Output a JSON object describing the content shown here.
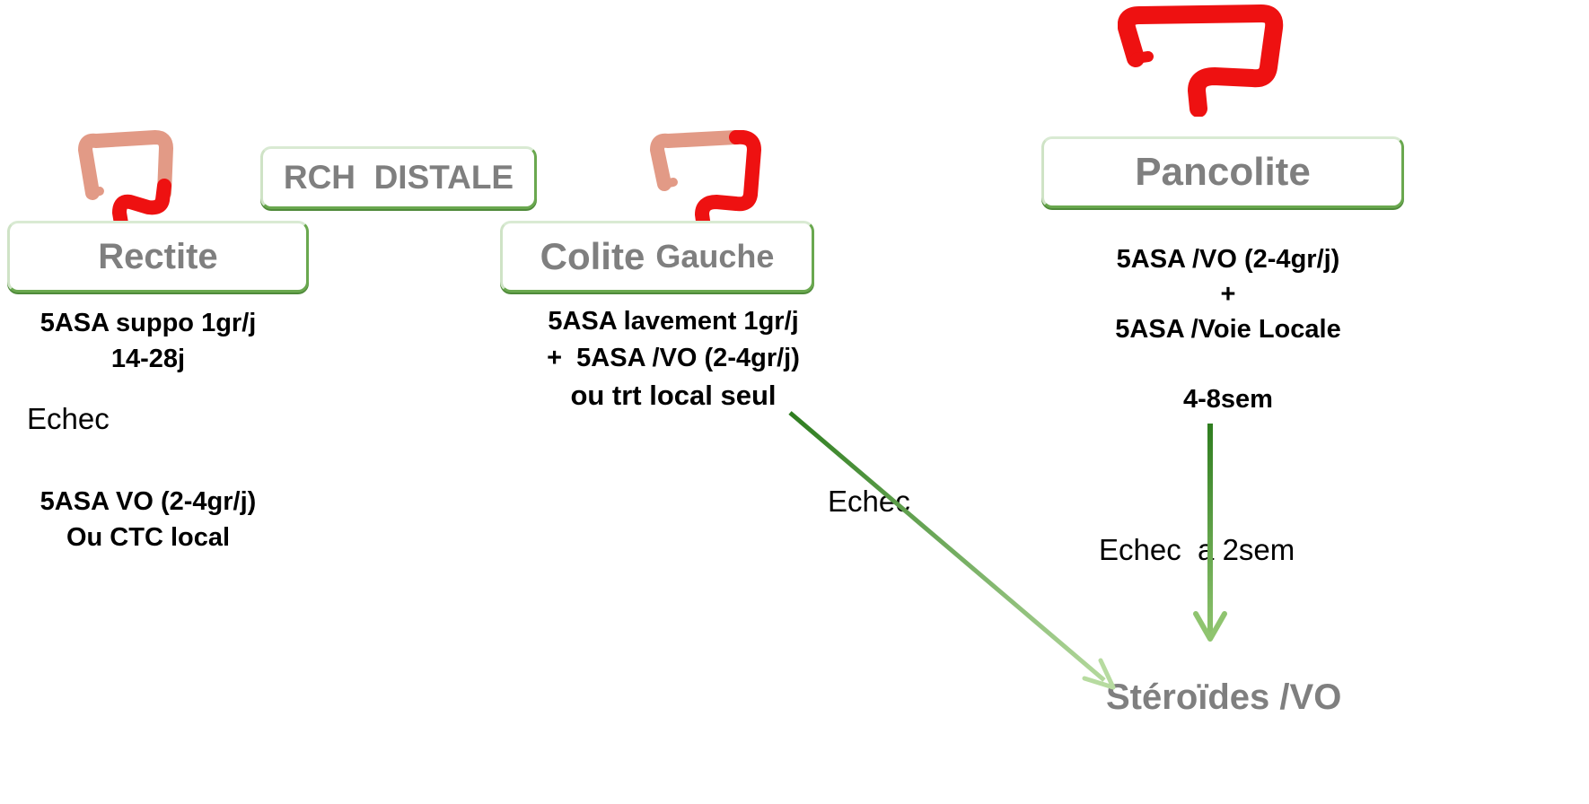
{
  "headers": {
    "distale": "RCH  DISTALE",
    "rectite": "Rectite",
    "colite_main": "Colite",
    "colite_sub": "Gauche",
    "pancolite": "Pancolite"
  },
  "rectite": {
    "line1": "5ASA suppo 1gr/j",
    "line2": "14-28j",
    "echec": "Echec",
    "alt1": "5ASA VO (2-4gr/j)",
    "alt2": "Ou CTC local"
  },
  "colite": {
    "line1": "5ASA lavement 1gr/j",
    "line2": "+  5ASA /VO (2-4gr/j)",
    "line3": "ou trt local seul",
    "echec": "Echec"
  },
  "pancolite": {
    "line1": "5ASA /VO (2-4gr/j)",
    "plus": "+",
    "line2": "5ASA /Voie Locale",
    "duration": "4-8sem",
    "echec": "Echec  a 2sem"
  },
  "outcome": "Stéroïdes /VO",
  "colors": {
    "box_border": "#6aa84f",
    "header_text": "#7f7f7f",
    "colon_inflamed": "#ee1111",
    "colon_healthy": "#e29a86",
    "arrow_dark": "#2e7d1f",
    "arrow_light": "#b7dba0"
  },
  "icons": [
    "colon-rectite-icon",
    "colon-gauche-icon",
    "colon-pancolite-icon"
  ]
}
